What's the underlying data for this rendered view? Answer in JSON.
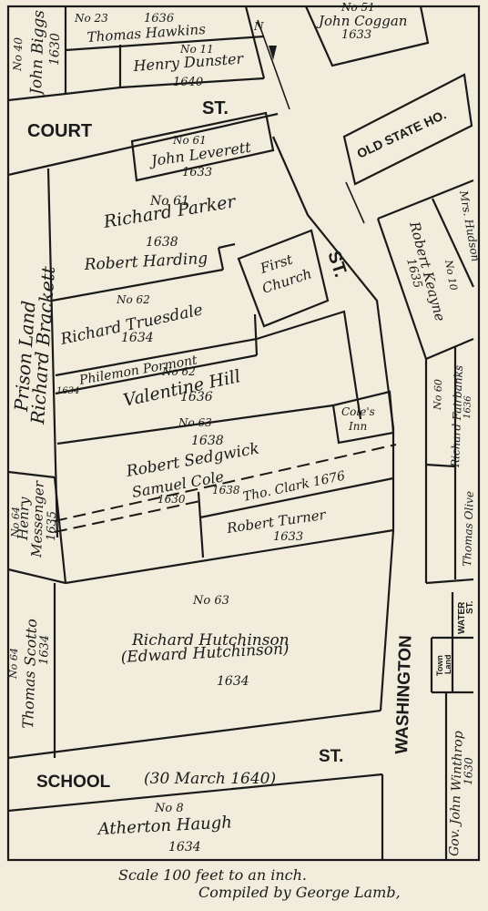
{
  "colors": {
    "paper": "#f1ecdb",
    "ink": "#1a1a1a"
  },
  "streets": {
    "court": "COURT",
    "court_st": "ST.",
    "washington": "WASHINGTON",
    "washington_st": "ST.",
    "school": "SCHOOL",
    "school_date": "(30 March 1640)",
    "school_st": "ST.",
    "water": "WATER",
    "water_st": "ST.",
    "old_state": "OLD STATE HO."
  },
  "lots": {
    "biggs": {
      "no": "No 40",
      "name": "John Biggs",
      "year": "1630"
    },
    "hawkins": {
      "no": "No 23",
      "year": "1636",
      "name": "Thomas Hawkins"
    },
    "dunster": {
      "no": "No 11",
      "name": "Henry Dunster",
      "year": "1640"
    },
    "coggan": {
      "no": "No 51",
      "name": "John Coggan",
      "year": "1633"
    },
    "leverett": {
      "no": "No 61",
      "name": "John Leverett",
      "year": "1633"
    },
    "parker": {
      "no": "No 61",
      "name": "Richard Parker",
      "year": "1638"
    },
    "harding": {
      "name": "Robert Harding"
    },
    "church": {
      "line1": "First",
      "line2": "Church"
    },
    "prison": {
      "line1": "Prison Land",
      "line2": "Richard Brackett"
    },
    "truesdale": {
      "no": "No 62",
      "name": "Richard Truesdale",
      "year": "1634"
    },
    "pormont": {
      "name": "Philemon Pormont",
      "year": "1634"
    },
    "hill": {
      "no": "No 62",
      "name": "Valentine Hill",
      "year": "1636"
    },
    "keayne": {
      "name": "Robert Keayne",
      "year": "1635"
    },
    "hudson": {
      "no": "No 10",
      "name": "Mrs. Hudson"
    },
    "cole_inn": {
      "line1": "Cole's",
      "line2": "Inn"
    },
    "sedgwick": {
      "no": "No 63",
      "year": "1638",
      "name": "Robert Sedgwick"
    },
    "cole": {
      "name": "Samuel Cole",
      "year_a": "1630",
      "year_b": "1638"
    },
    "clark": {
      "name": "Tho. Clark 1676"
    },
    "turner": {
      "name": "Robert Turner",
      "year": "1633"
    },
    "fairbanks": {
      "no": "No 60",
      "name": "Richard Fairbanks",
      "year": "1636"
    },
    "olive": {
      "name": "Thomas Olive"
    },
    "messenger": {
      "no": "No 64",
      "name1": "Henry",
      "name2": "Messenger",
      "year": "1635"
    },
    "scotto": {
      "no": "No 64",
      "name": "Thomas Scotto",
      "year": "1634"
    },
    "hutchinson": {
      "no": "No 63",
      "name": "Richard Hutchinson",
      "alt": "(Edward Hutchinson)",
      "year": "1634"
    },
    "town": {
      "line1": "Town",
      "line2": "Land"
    },
    "winthrop": {
      "name": "Gov. John Winthrop",
      "year": "1630"
    },
    "haugh": {
      "no": "No 8",
      "name": "Atherton Haugh",
      "year": "1634"
    }
  },
  "footer": {
    "scale": "Scale 100 feet to an inch.",
    "compiled": "Compiled by George Lamb,"
  }
}
